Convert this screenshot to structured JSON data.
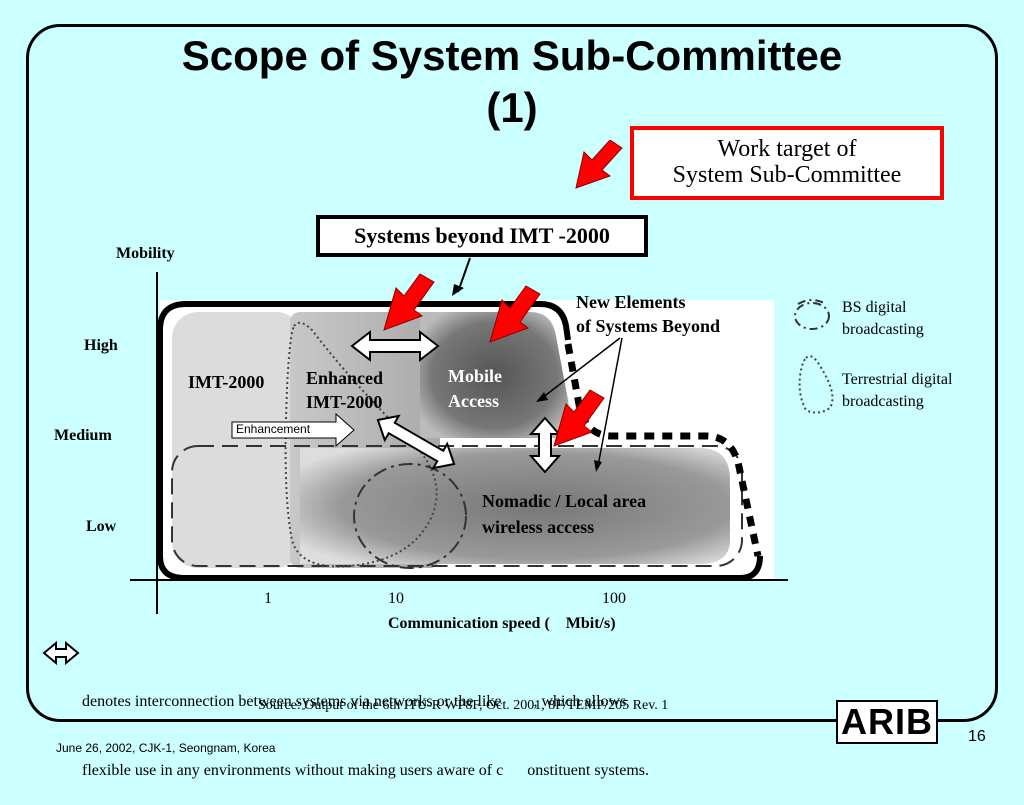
{
  "slide": {
    "title_line1": "Scope of System Sub-Committee",
    "title_line2": "(1)",
    "work_target_line1": "Work target of",
    "work_target_line2": "System Sub-Committee",
    "systems_beyond": "Systems beyond IMT -2000",
    "new_elements_line1": "New Elements",
    "new_elements_line2": "of Systems Beyond",
    "legend_bs_line1": "BS digital",
    "legend_bs_line2": "broadcasting",
    "legend_tdb_line1": "Terrestrial digital",
    "legend_tdb_line2": "broadcasting",
    "interconnection_line1": "denotes interconnection between systems via networks or the like        , which allows",
    "interconnection_line2": "flexible use in any environments without making users aware of c      onstituent systems.",
    "source": "Source: Output of the 6th ITU-R WP8F, Oct. 2001, 8F/TEMP/205 Rev. 1",
    "footer_left": "June 26, 2002, CJK-1, Seongnam, Korea",
    "page_number": "16",
    "logo_text": "ARIB"
  },
  "diagram": {
    "y_axis_label": "Mobility",
    "y_levels": [
      "High",
      "Medium",
      "Low"
    ],
    "x_ticks": [
      "1",
      "10",
      "100"
    ],
    "x_axis_label": "Communication speed (    Mbit/s)",
    "regions": {
      "imt2000": "IMT-2000",
      "enhanced_line1": "Enhanced",
      "enhanced_line2": "IMT-2000",
      "enhancement": "Enhancement",
      "mobile_line1": "Mobile",
      "mobile_line2": "Access",
      "nomadic_line1": "Nomadic / Local area",
      "nomadic_line2": "wireless access"
    },
    "colors": {
      "red_arrow": "#ff0000",
      "target_border": "#ff0000",
      "background": "#ccffff"
    }
  }
}
